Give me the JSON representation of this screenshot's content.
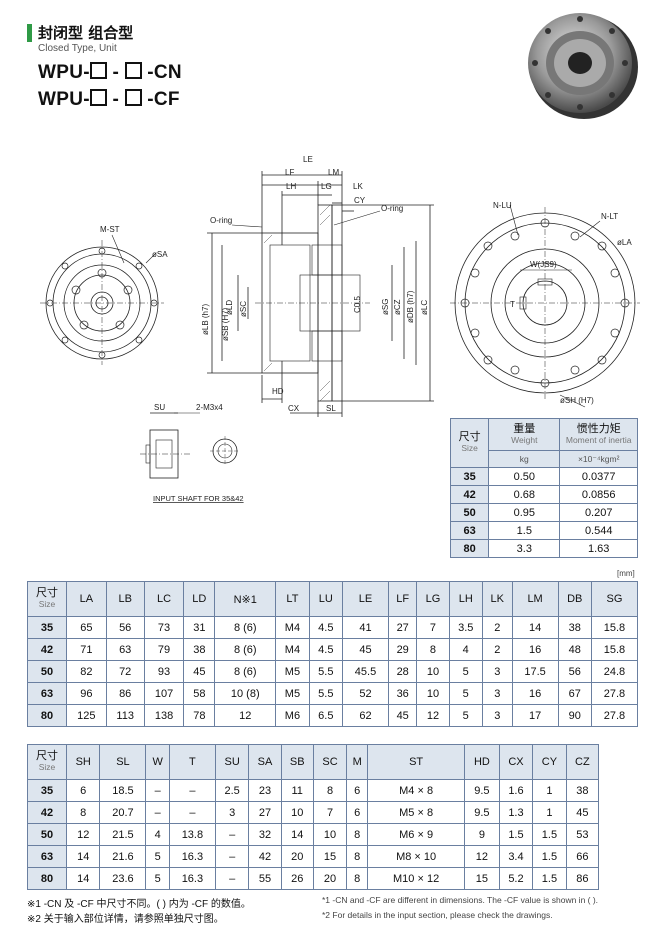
{
  "header": {
    "title_cn": "封闭型 组合型",
    "subtitle_en": "Closed Type, Unit",
    "model_prefix": "WPU-",
    "model_dash": "-",
    "model_suffix_cn": "-CN",
    "model_suffix_cf": "-CF"
  },
  "drawing": {
    "labels": {
      "LE": "LE",
      "LF": "LF",
      "LM": "LM",
      "LH": "LH",
      "LG": "LG",
      "LK": "LK",
      "CY": "CY",
      "oring1": "O-ring",
      "oring2": "O-ring",
      "MST": "M-ST",
      "SA": "øSA",
      "LB": "øLB (h7)",
      "LD": "øLD",
      "SB": "øSB (H7)",
      "SC": "øSC",
      "C05": "C0.5",
      "SG": "øSG",
      "CZ": "øCZ",
      "DB": "øDB (h7)",
      "LC": "øLC",
      "HD": "HD",
      "CX": "CX",
      "SL": "SL",
      "NLU": "N-LU",
      "NLT": "N-LT",
      "LA": "øLA",
      "WJS9": "W(JS9)",
      "T": "T",
      "SH": "øSH (H7)",
      "SU": "SU",
      "M3x4": "2-M3x4",
      "input_shaft": "INPUT SHAFT FOR 35&42"
    }
  },
  "weight_table": {
    "h_size_cn": "尺寸",
    "h_size_en": "Size",
    "h_weight_cn": "重量",
    "h_weight_en": "Weight",
    "h_weight_unit": "kg",
    "h_inertia_cn": "惯性力矩",
    "h_inertia_en": "Moment of inertia",
    "h_inertia_unit": "×10⁻⁴kgm²",
    "rows": [
      {
        "size": "35",
        "w": "0.50",
        "i": "0.0377"
      },
      {
        "size": "42",
        "w": "0.68",
        "i": "0.0856"
      },
      {
        "size": "50",
        "w": "0.95",
        "i": "0.207"
      },
      {
        "size": "63",
        "w": "1.5",
        "i": "0.544"
      },
      {
        "size": "80",
        "w": "3.3",
        "i": "1.63"
      }
    ]
  },
  "unit_label": "[mm]",
  "dim_table1": {
    "h_size_cn": "尺寸",
    "h_size_en": "Size",
    "headers": [
      "LA",
      "LB",
      "LC",
      "LD",
      "N※1",
      "LT",
      "LU",
      "LE",
      "LF",
      "LG",
      "LH",
      "LK",
      "LM",
      "DB",
      "SG"
    ],
    "rows": [
      [
        "35",
        "65",
        "56",
        "73",
        "31",
        "8 (6)",
        "M4",
        "4.5",
        "41",
        "27",
        "7",
        "3.5",
        "2",
        "14",
        "38",
        "15.8"
      ],
      [
        "42",
        "71",
        "63",
        "79",
        "38",
        "8 (6)",
        "M4",
        "4.5",
        "45",
        "29",
        "8",
        "4",
        "2",
        "16",
        "48",
        "15.8"
      ],
      [
        "50",
        "82",
        "72",
        "93",
        "45",
        "8 (6)",
        "M5",
        "5.5",
        "45.5",
        "28",
        "10",
        "5",
        "3",
        "17.5",
        "56",
        "24.8"
      ],
      [
        "63",
        "96",
        "86",
        "107",
        "58",
        "10 (8)",
        "M5",
        "5.5",
        "52",
        "36",
        "10",
        "5",
        "3",
        "16",
        "67",
        "27.8"
      ],
      [
        "80",
        "125",
        "113",
        "138",
        "78",
        "12",
        "M6",
        "6.5",
        "62",
        "45",
        "12",
        "5",
        "3",
        "17",
        "90",
        "27.8"
      ]
    ]
  },
  "dim_table2": {
    "h_size_cn": "尺寸",
    "h_size_en": "Size",
    "headers": [
      "SH",
      "SL",
      "W",
      "T",
      "SU",
      "SA",
      "SB",
      "SC",
      "M",
      "ST",
      "HD",
      "CX",
      "CY",
      "CZ"
    ],
    "rows": [
      [
        "35",
        "6",
        "18.5",
        "–",
        "–",
        "2.5",
        "23",
        "11",
        "8",
        "6",
        "M4 × 8",
        "9.5",
        "1.6",
        "1",
        "38"
      ],
      [
        "42",
        "8",
        "20.7",
        "–",
        "–",
        "3",
        "27",
        "10",
        "7",
        "6",
        "M5 × 8",
        "9.5",
        "1.3",
        "1",
        "45"
      ],
      [
        "50",
        "12",
        "21.5",
        "4",
        "13.8",
        "–",
        "32",
        "14",
        "10",
        "8",
        "M6 × 9",
        "9",
        "1.5",
        "1.5",
        "53"
      ],
      [
        "63",
        "14",
        "21.6",
        "5",
        "16.3",
        "–",
        "42",
        "20",
        "15",
        "8",
        "M8 × 10",
        "12",
        "3.4",
        "1.5",
        "66"
      ],
      [
        "80",
        "14",
        "23.6",
        "5",
        "16.3",
        "–",
        "55",
        "26",
        "20",
        "8",
        "M10 × 12",
        "15",
        "5.2",
        "1.5",
        "86"
      ]
    ]
  },
  "footnotes": {
    "cn1": "※1 -CN 及 -CF 中尺寸不同。(   ) 内为 -CF 的数值。",
    "cn2": "※2 关于输入部位详情，请参照单独尺寸图。",
    "en1": "*1 -CN and -CF are different in dimensions. The -CF value is shown in (   ).",
    "en2": "*2 For details in the input section, please check the drawings."
  }
}
